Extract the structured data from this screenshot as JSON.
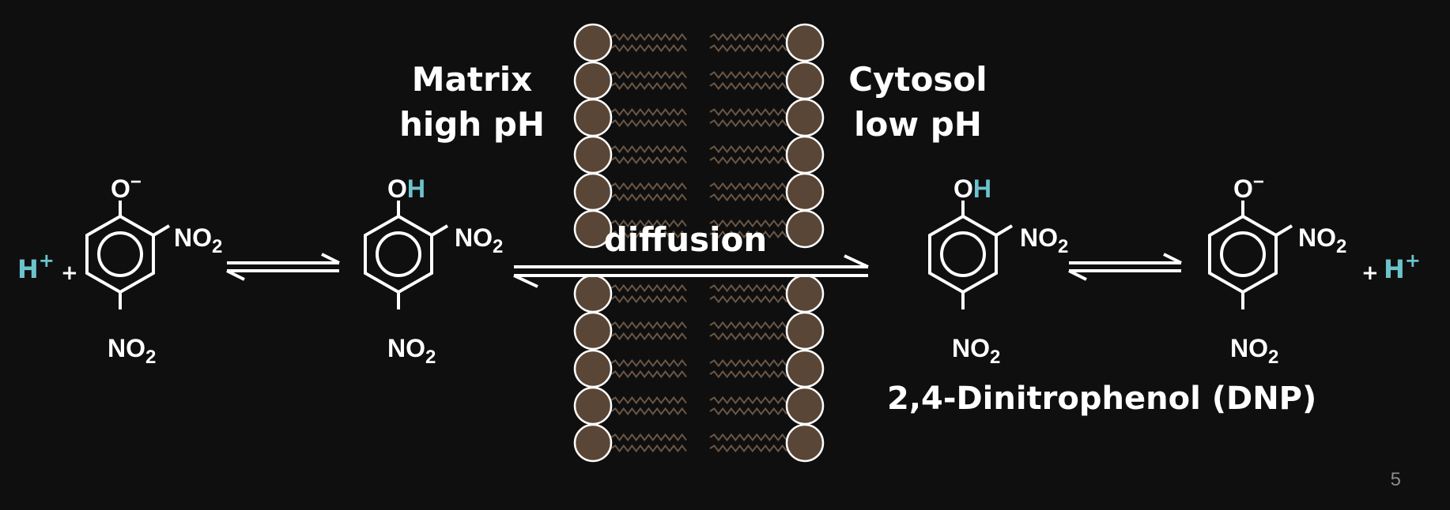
{
  "labels": {
    "matrix": "Matrix",
    "matrix_ph": "high pH",
    "cytosol": "Cytosol",
    "cytosol_ph": "low pH",
    "diffusion": "diffusion",
    "compound_name": "2,4-Dinitrophenol (DNP)"
  },
  "species": {
    "proton_h": "H",
    "proton_charge": "+",
    "plus": "+",
    "phenolate": "O",
    "phenolate_charge": "−",
    "hydroxyl_o": "O",
    "hydroxyl_h": "H",
    "nitro_no": "NO",
    "nitro_sub": "2"
  },
  "colors": {
    "background": "#0f0f0f",
    "text": "#ffffff",
    "proton_highlight": "#6cc3cc",
    "lipid_head": "#5a4636",
    "lipid_tail": "#6a5646"
  },
  "slide_number": "5"
}
